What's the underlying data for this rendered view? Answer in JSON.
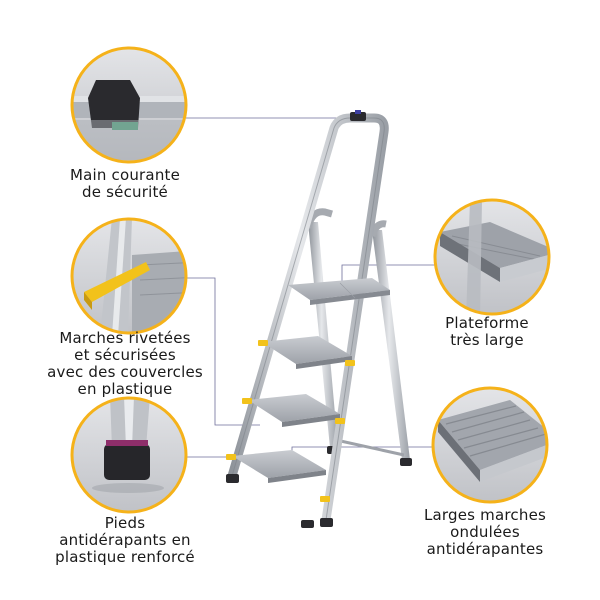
{
  "captions": {
    "handrail": [
      "Main courante",
      "de sécurité"
    ],
    "rivets": [
      "Marches rivetées",
      "et sécurisées",
      "avec des couvercles",
      "en plastique"
    ],
    "feet": [
      "Pieds",
      "antidérapants en",
      "plastique renforcé"
    ],
    "platform": [
      "Plateforme",
      "très large"
    ],
    "steps": [
      "Larges marches",
      "ondulées",
      "antidérapantes"
    ]
  },
  "colors": {
    "accent_ring": "#F5B21A",
    "aluminium": "#B9BDC3",
    "aluminium_dark": "#8A8F96",
    "plastic_yellow": "#F2C21B",
    "plastic_black": "#2A2A2E",
    "leader_line": "#6E6E9A"
  }
}
